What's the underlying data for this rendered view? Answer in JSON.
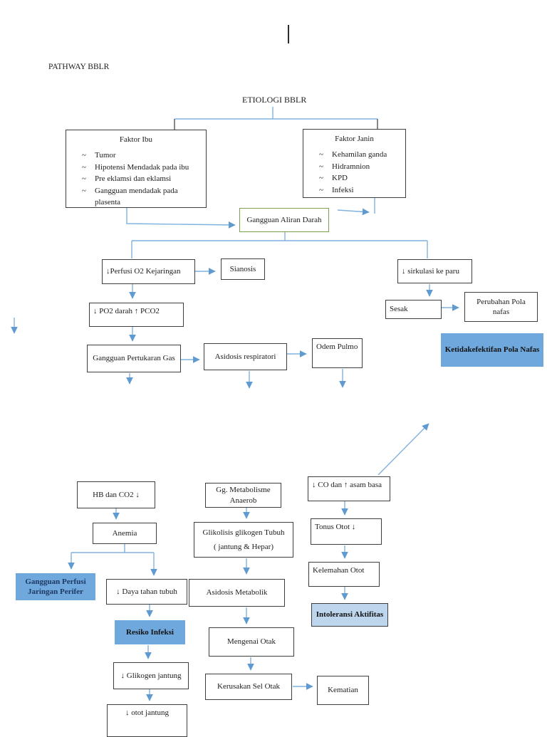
{
  "page": {
    "title": "PATHWAY BBLR",
    "diagram_title": "ETIOLOGI BBLR"
  },
  "chars": {
    "bullet": "~"
  },
  "colors": {
    "connector_blue": "#7fb2e0",
    "box_border": "#3d3d3d",
    "green_border": "#7ea052",
    "diagnosis_fill": "#6fa8dc",
    "diagnosis_fill_light": "#bdd6ee",
    "navy_text": "#1f3864"
  },
  "boxes": {
    "faktor_ibu": {
      "title": "Faktor Ibu",
      "items": [
        "Tumor",
        "Hipotensi Mendadak pada ibu",
        "Pre eklamsi dan eklamsi",
        "Gangguan mendadak pada plasenta"
      ]
    },
    "faktor_janin": {
      "title": "Faktor Janin",
      "items": [
        "Kehamilan ganda",
        "Hidramnion",
        "KPD",
        "Infeksi"
      ]
    },
    "gangguan_aliran_darah": "Gangguan Aliran Darah",
    "perfusi_o2": "↓Perfusi O2 Kejaringan",
    "sianosis": "Sianosis",
    "po2_pco2": "↓ PO2 darah ↑ PCO2",
    "gangguan_pertukaran_gas": "Gangguan Pertukaran Gas",
    "asidosis_respiratori": "Asidosis respiratori",
    "odem_pulmo": "Odem Pulmo",
    "sirkulasi_ke_paru": "↓ sirkulasi ke paru",
    "sesak": "Sesak",
    "perubahan_pola_nafas": "Perubahan Pola nafas",
    "ketidakefektifan_pola_nafas": "Ketidakefektifan Pola Nafas",
    "hb_dan_co2": "HB dan CO2 ↓",
    "anemia": "Anemia",
    "gg_metabolisme_anaerob": "Gg. Metabolisme Anaerob",
    "glikolisis_line1": "Glikolisis glikogen Tubuh",
    "glikolisis_line2": "( jantung & Hepar)",
    "co_asam_basa": "↓ CO dan ↑ asam basa",
    "tonus_otot": "Tonus Otot ↓",
    "kelemahan_otot": "Kelemahan Otot",
    "intoleransi_aktifitas": "Intoleransi Aktifitas",
    "gangguan_perfusi_jaringan_perifer": "Gangguan Perfusi Jaringan Perifer",
    "daya_tahan_tubuh": "↓ Daya tahan tubuh",
    "resiko_infeksi": "Resiko Infeksi",
    "glikogen_jantung": "↓ Glikogen jantung",
    "otot_jantung": "↓ otot jantung",
    "asidosis_metabolik": "Asidosis Metabolik",
    "mengenai_otak": "Mengenai Otak",
    "kerusakan_sel_otak": "Kerusakan Sel Otak",
    "kematian": "Kematian"
  }
}
